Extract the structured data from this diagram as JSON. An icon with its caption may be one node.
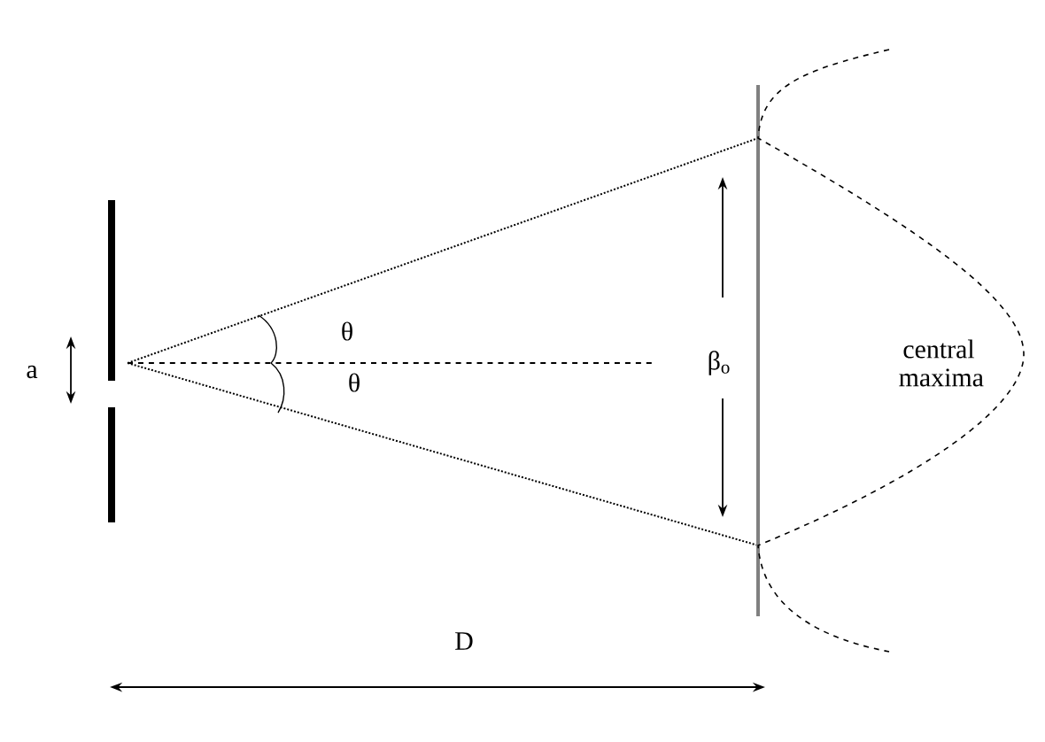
{
  "diagram": {
    "labels": [
      "a",
      "θ",
      "θ",
      "β$_{o}$",
      "central maxima",
      "D"
    ]
  }
}
